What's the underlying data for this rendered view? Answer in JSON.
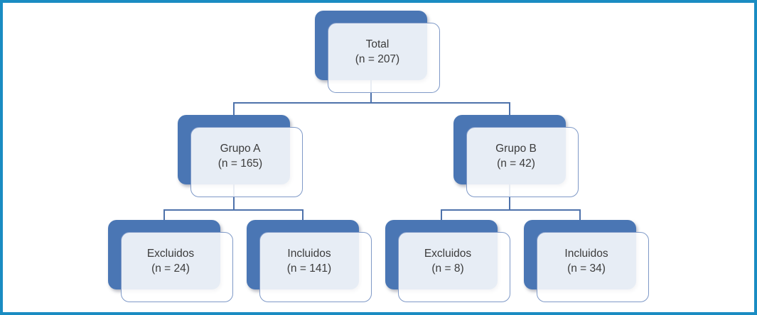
{
  "diagram": {
    "type": "flowchart-tree",
    "language": "es",
    "nodes": {
      "total": {
        "label": "Total",
        "count": "(n = 207)"
      },
      "grupo_a": {
        "label": "Grupo A",
        "count": "(n = 165)"
      },
      "grupo_b": {
        "label": "Grupo B",
        "count": "(n = 42)"
      },
      "excluidos_a": {
        "label": "Excluidos",
        "count": "(n = 24)"
      },
      "incluidos_a": {
        "label": "Incluidos",
        "count": "(n = 141)"
      },
      "excluidos_b": {
        "label": "Excluidos",
        "count": "(n = 8)"
      },
      "incluidos_b": {
        "label": "Incluidos",
        "count": "(n = 34)"
      }
    },
    "edges": [
      [
        "total",
        "grupo_a"
      ],
      [
        "total",
        "grupo_b"
      ],
      [
        "grupo_a",
        "excluidos_a"
      ],
      [
        "grupo_a",
        "incluidos_a"
      ],
      [
        "grupo_b",
        "excluidos_b"
      ],
      [
        "grupo_b",
        "incluidos_b"
      ]
    ],
    "colors": {
      "frame_border": "#1a8cc2",
      "box_back_fill": "#4a76b4",
      "box_front_fill": "#e8ecf5",
      "box_front_border": "#7f99c7",
      "connector": "#4e72ab",
      "text": "#3b3b3b",
      "background": "#ffffff"
    }
  }
}
